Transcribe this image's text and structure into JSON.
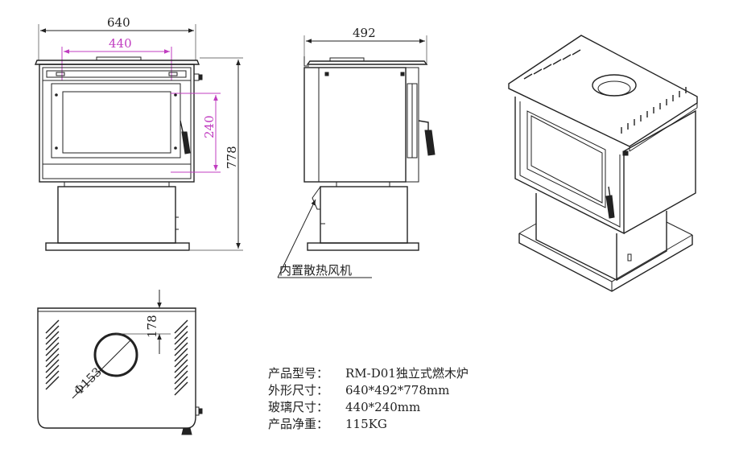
{
  "front": {
    "width_dim": "640",
    "glass_width_dim": "440",
    "glass_height_dim": "240",
    "height_dim": "778"
  },
  "side": {
    "depth_dim": "492",
    "fan_label": "内置散热风机"
  },
  "top": {
    "flue_offset_dim": "178",
    "flue_diameter_dim": "Φ153"
  },
  "specs": [
    {
      "label": "产品型号：",
      "value": "RM-D01独立式燃木炉"
    },
    {
      "label": "外形尺寸：",
      "value": "640*492*778mm"
    },
    {
      "label": "玻璃尺寸：",
      "value": "440*240mm"
    },
    {
      "label": "产品净重：",
      "value": "115KG"
    }
  ]
}
